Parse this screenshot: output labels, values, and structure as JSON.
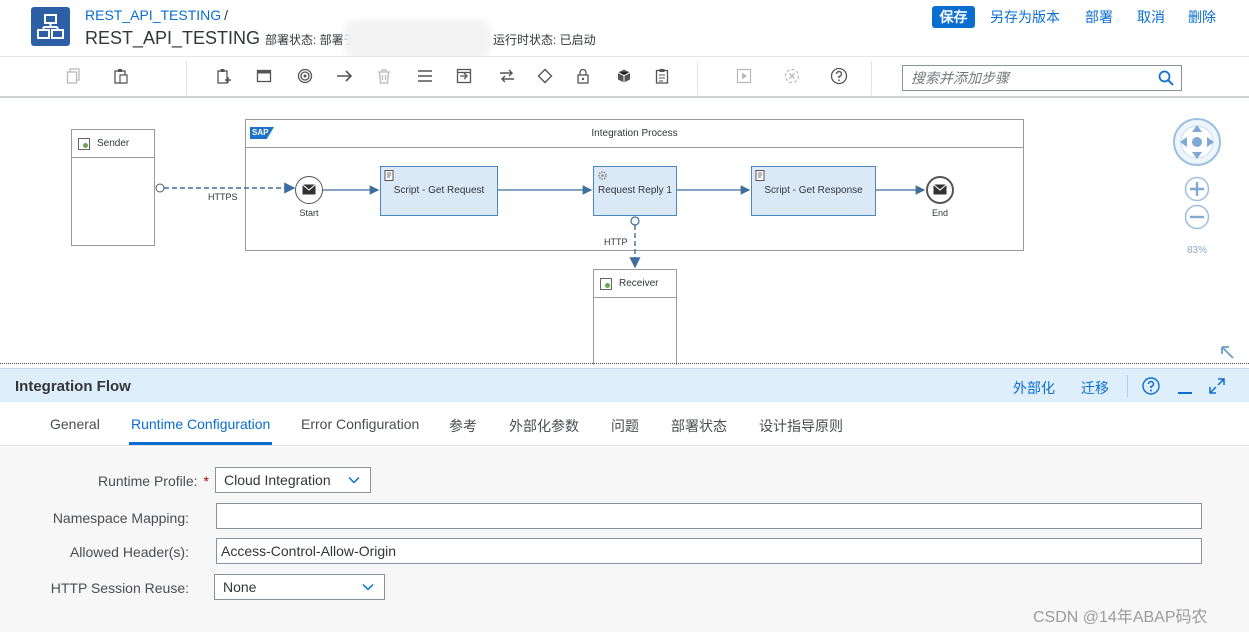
{
  "header": {
    "breadcrumb": "REST_API_TESTING",
    "breadcrumb_sep": "/",
    "title": "REST_API_TESTING",
    "deploy_status": "部署状态: 部署于",
    "runtime_status": "运行时状态: 已启动",
    "actions": {
      "save": "保存",
      "save_as_version": "另存为版本",
      "deploy": "部署",
      "cancel": "取消",
      "delete": "删除"
    }
  },
  "toolbar": {
    "search_placeholder": "搜索并添加步骤"
  },
  "diagram": {
    "sender": "Sender",
    "integration_process": "Integration Process",
    "sap_logo": "SAP",
    "start": "Start",
    "end": "End",
    "script_get_request": "Script - Get Request",
    "request_reply": "Request Reply 1",
    "script_get_response": "Script - Get Response",
    "receiver": "Receiver",
    "https_label": "HTTPS",
    "http_label": "HTTP",
    "zoom": "83%"
  },
  "panel": {
    "title": "Integration Flow",
    "externalize": "外部化",
    "migrate": "迁移",
    "tabs": [
      "General",
      "Runtime Configuration",
      "Error Configuration",
      "参考",
      "外部化参数",
      "问题",
      "部署状态",
      "设计指导原则"
    ],
    "active_tab": "Runtime Configuration"
  },
  "form": {
    "runtime_profile_label": "Runtime Profile:",
    "runtime_profile_value": "Cloud Integration",
    "namespace_mapping_label": "Namespace Mapping:",
    "namespace_mapping_value": "",
    "allowed_headers_label": "Allowed Header(s):",
    "allowed_headers_value": "Access-Control-Allow-Origin",
    "session_reuse_label": "HTTP Session Reuse:",
    "session_reuse_value": "None"
  },
  "watermark": "CSDN @14年ABAP码农",
  "colors": {
    "accent": "#0a6ed1",
    "step_fill": "#dbe9f6",
    "panel_header": "#dfeefb"
  }
}
